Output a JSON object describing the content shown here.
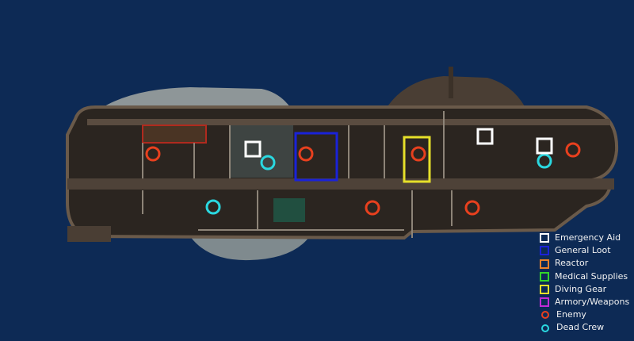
{
  "map": {
    "background_color": "#0d2a55",
    "markers": [
      {
        "type": "enemy"
      },
      {
        "type": "enemy"
      },
      {
        "type": "enemy"
      },
      {
        "type": "enemy"
      },
      {
        "type": "enemy"
      },
      {
        "type": "enemy"
      },
      {
        "type": "dead_crew"
      },
      {
        "type": "dead_crew"
      },
      {
        "type": "dead_crew"
      },
      {
        "type": "emergency_aid"
      },
      {
        "type": "emergency_aid"
      },
      {
        "type": "emergency_aid"
      },
      {
        "type": "general_loot"
      },
      {
        "type": "diving_gear"
      }
    ]
  },
  "legend": {
    "items": [
      {
        "label": "Emergency Aid",
        "color": "#ffffff",
        "shape": "square"
      },
      {
        "label": "General Loot",
        "color": "#1a22d8",
        "shape": "square"
      },
      {
        "label": "Reactor",
        "color": "#e8812a",
        "shape": "square"
      },
      {
        "label": "Medical Supplies",
        "color": "#33d62a",
        "shape": "square"
      },
      {
        "label": "Diving Gear",
        "color": "#e6e02a",
        "shape": "square"
      },
      {
        "label": "Armory/Weapons",
        "color": "#c22ad8",
        "shape": "square"
      },
      {
        "label": "Enemy",
        "color": "#e8401e",
        "shape": "circle"
      },
      {
        "label": "Dead Crew",
        "color": "#2ad8e0",
        "shape": "circle"
      }
    ]
  }
}
